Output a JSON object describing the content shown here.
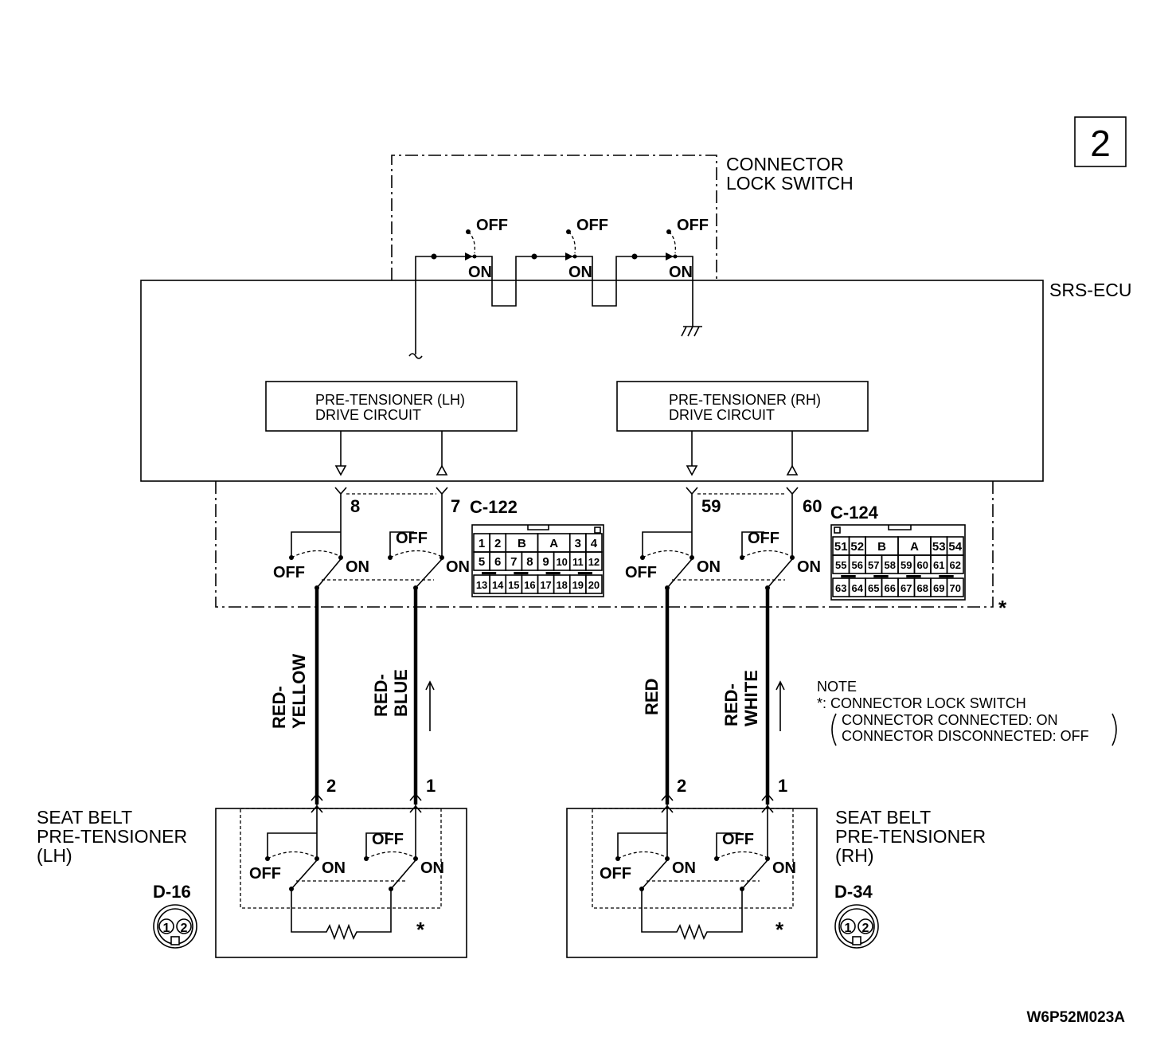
{
  "page_number": "2",
  "figure_code": "W6P52M023A",
  "connector_lock_switch": {
    "line1": "CONNECTOR",
    "line2": "LOCK SWITCH"
  },
  "srs_ecu": "SRS-ECU",
  "switch_states": {
    "off": "OFF",
    "on": "ON"
  },
  "drive_circuits": {
    "lh": {
      "line1": "PRE-TENSIONER (LH)",
      "line2": "DRIVE CIRCUIT"
    },
    "rh": {
      "line1": "PRE-TENSIONER (RH)",
      "line2": "DRIVE CIRCUIT"
    }
  },
  "ecu_pins": {
    "p8": "8",
    "p7": "7",
    "p59": "59",
    "p60": "60"
  },
  "connectors": {
    "c122": {
      "label": "C-122",
      "row1": [
        "1",
        "2",
        "B",
        "A",
        "3",
        "4"
      ],
      "row2": [
        "5",
        "6",
        "7",
        "8",
        "9",
        "10",
        "11",
        "12"
      ],
      "row3": [
        "13",
        "14",
        "15",
        "16",
        "17",
        "18",
        "19",
        "20"
      ]
    },
    "c124": {
      "label": "C-124",
      "row1": [
        "51",
        "52",
        "B",
        "A",
        "53",
        "54"
      ],
      "row2": [
        "55",
        "56",
        "57",
        "58",
        "59",
        "60",
        "61",
        "62"
      ],
      "row3": [
        "63",
        "64",
        "65",
        "66",
        "67",
        "68",
        "69",
        "70"
      ]
    }
  },
  "wires": {
    "w1": {
      "line1": "RED-",
      "line2": "YELLOW"
    },
    "w2": {
      "line1": "RED-",
      "line2": "BLUE"
    },
    "w3": {
      "line1": "RED"
    },
    "w4": {
      "line1": "RED-",
      "line2": "WHITE"
    }
  },
  "pretensioner_pins": {
    "p2": "2",
    "p1": "1"
  },
  "seat_belt_lh": {
    "line1": "SEAT BELT",
    "line2": "PRE-TENSIONER",
    "line3": "(LH)",
    "connector": "D-16"
  },
  "seat_belt_rh": {
    "line1": "SEAT BELT",
    "line2": "PRE-TENSIONER",
    "line3": "(RH)",
    "connector": "D-34"
  },
  "connector_pins": {
    "a": "1",
    "b": "2"
  },
  "asterisk": "*",
  "note": {
    "title": "NOTE",
    "line1": "*: CONNECTOR LOCK SWITCH",
    "line2": "CONNECTOR CONNECTED: ON",
    "line3": "CONNECTOR DISCONNECTED: OFF"
  }
}
